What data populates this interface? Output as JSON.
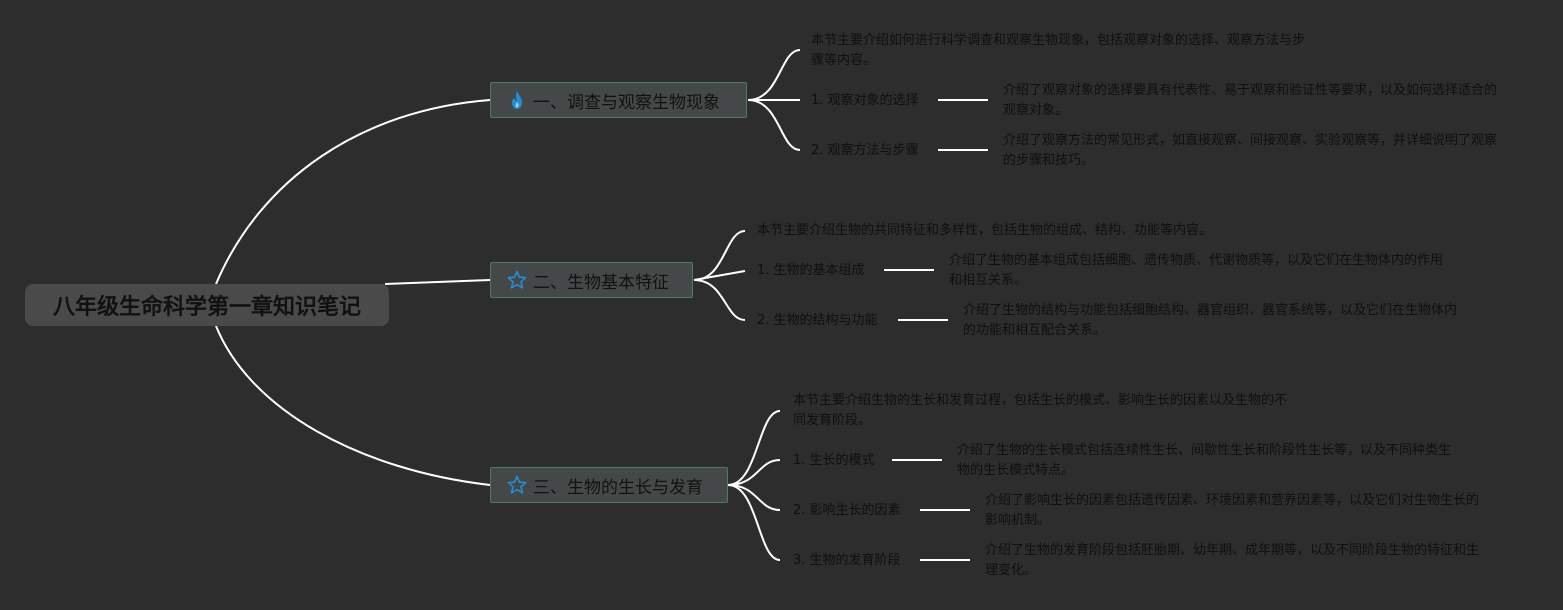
{
  "root": {
    "title": "八年级生命科学第一章知识笔记"
  },
  "sections": [
    {
      "icon": "fire-icon",
      "title": "一、调查与观察生物现象",
      "summary": "本节主要介绍如何进行科学调查和观察生物现象，包括观察对象的选择、观察方法与步骤等内容。",
      "items": [
        {
          "label": "1. 观察对象的选择",
          "detail": "介绍了观察对象的选择要具有代表性、易于观察和验证性等要求，以及如何选择适合的观察对象。"
        },
        {
          "label": "2. 观察方法与步骤",
          "detail": "介绍了观察方法的常见形式，如直接观察、间接观察、实验观察等，并详细说明了观察的步骤和技巧。"
        }
      ]
    },
    {
      "icon": "star-icon",
      "title": "二、生物基本特征",
      "summary": "本节主要介绍生物的共同特征和多样性，包括生物的组成、结构、功能等内容。",
      "items": [
        {
          "label": "1. 生物的基本组成",
          "detail": "介绍了生物的基本组成包括细胞、遗传物质、代谢物质等，以及它们在生物体内的作用和相互关系。"
        },
        {
          "label": "2. 生物的结构与功能",
          "detail": "介绍了生物的结构与功能包括细胞结构、器官组织、器官系统等，以及它们在生物体内的功能和相互配合关系。"
        }
      ]
    },
    {
      "icon": "star-icon",
      "title": "三、生物的生长与发育",
      "summary": "本节主要介绍生物的生长和发育过程，包括生长的模式、影响生长的因素以及生物的不同发育阶段。",
      "items": [
        {
          "label": "1. 生长的模式",
          "detail": "介绍了生物的生长模式包括连续性生长、间歇性生长和阶段性生长等，以及不同种类生物的生长模式特点。"
        },
        {
          "label": "2. 影响生长的因素",
          "detail": "介绍了影响生长的因素包括遗传因素、环境因素和营养因素等，以及它们对生物生长的影响机制。"
        },
        {
          "label": "3. 生物的发育阶段",
          "detail": "介绍了生物的发育阶段包括胚胎期、幼年期、成年期等，以及不同阶段生物的特征和生理变化。"
        }
      ]
    }
  ],
  "colors": {
    "background": "#2d2d2d",
    "line": "#ffffff",
    "topic_border": "#4a7c68",
    "icon": "#1e90d8"
  }
}
